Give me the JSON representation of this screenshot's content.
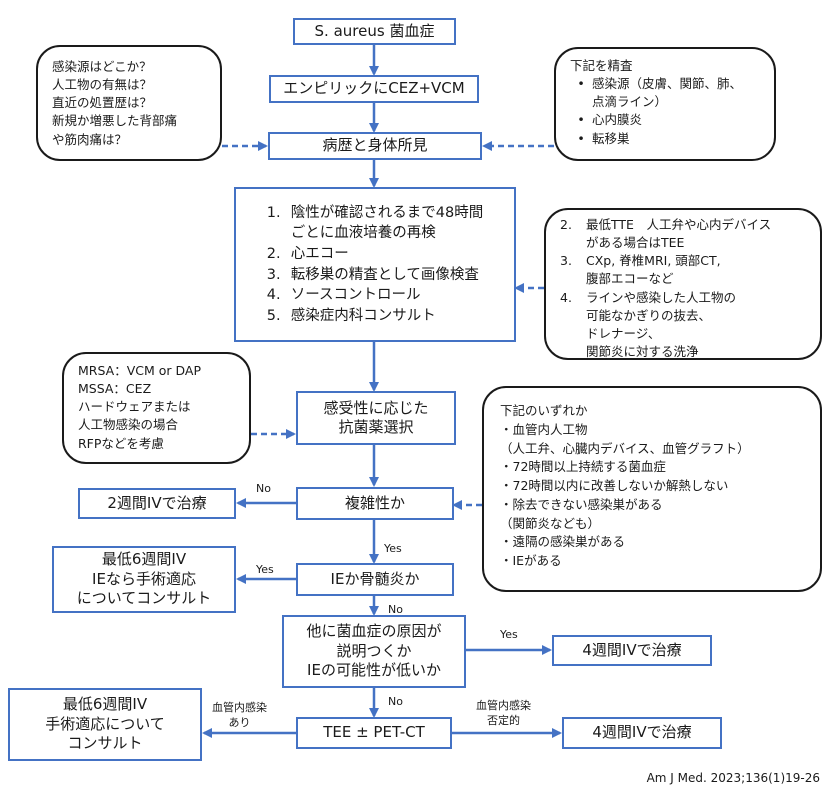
{
  "nodes": {
    "start": "S. aureus 菌血症",
    "empiric": "エンピリックにCEZ+VCM",
    "history": "病歴と身体所見",
    "workup": [
      {
        "num": "1.",
        "text": "陰性が確認されるまで48時間"
      },
      {
        "num": "",
        "text": "ごとに血液培養の再検"
      },
      {
        "num": "2.",
        "text": "心エコー"
      },
      {
        "num": "3.",
        "text": "転移巣の精査として画像検査"
      },
      {
        "num": "4.",
        "text": "ソースコントロール"
      },
      {
        "num": "5.",
        "text": "感染症内科コンサルト"
      }
    ],
    "antibiotic": [
      "感受性に応じた",
      "抗菌薬選択"
    ],
    "complicated": "複雑性か",
    "two_week": "2週間IVで治療",
    "ie_osteo": "IEか骨髄炎か",
    "six_week_ie": [
      "最低6週間IV",
      "IEなら手術適応",
      "についてコンサルト"
    ],
    "other_cause": [
      "他に菌血症の原因が",
      "説明つくか",
      "IEの可能性が低いか"
    ],
    "four_week_1": "4週間IVで治療",
    "tee_pet": "TEE ± PET-CT",
    "six_week_surg": [
      "最低6週間IV",
      "手術適応について",
      "コンサルト"
    ],
    "four_week_2": "4週間IVで治療"
  },
  "notes": {
    "source_questions": [
      "感染源はどこか？",
      "人工物の有無は？",
      "直近の処置歴は？",
      "新規か増悪した背部痛",
      "や筋肉痛は？"
    ],
    "workup_detail": {
      "title": "下記を精査",
      "items": [
        "感染源（皮膚、関節、肺、",
        "点滴ライン）",
        "心内膜炎",
        "転移巣"
      ]
    },
    "imaging_detail": [
      {
        "num": "2.",
        "text": "最低TTE　人工弁や心内デバイス"
      },
      {
        "num": "",
        "text": "がある場合はTEE"
      },
      {
        "num": "3.",
        "text": "CXp, 脊椎MRI, 頭部CT,"
      },
      {
        "num": "",
        "text": "腹部エコーなど"
      },
      {
        "num": "4.",
        "text": "ラインや感染した人工物の"
      },
      {
        "num": "",
        "text": "可能なかぎりの抜去、"
      },
      {
        "num": "",
        "text": "ドレナージ、"
      },
      {
        "num": "",
        "text": "関節炎に対する洗浄"
      }
    ],
    "drug_choice": [
      "MRSA：VCM or DAP",
      "MSSA：CEZ",
      "ハードウェアまたは",
      "人工物感染の場合",
      "RFPなどを考慮"
    ],
    "complicated_criteria": [
      "下記のいずれか",
      "・血管内人工物",
      "（人工弁、心臓内デバイス、血管グラフト）",
      "・72時間以上持続する菌血症",
      "・72時間以内に改善しないか解熱しない",
      "・除去できない感染巣がある",
      "（関節炎なども）",
      "・遠隔の感染巣がある",
      "・IEがある"
    ]
  },
  "labels": {
    "no_1": "No",
    "yes_1": "Yes",
    "yes_2": "Yes",
    "no_2": "No",
    "yes_3": "Yes",
    "no_3": "No",
    "vascular_yes": [
      "血管内感染",
      "あり"
    ],
    "vascular_no": [
      "血管内感染",
      "否定的"
    ]
  },
  "citation": "Am J Med. 2023;136(1)19-26",
  "colors": {
    "line": "#4472c4",
    "outline": "#1a1a1a"
  }
}
